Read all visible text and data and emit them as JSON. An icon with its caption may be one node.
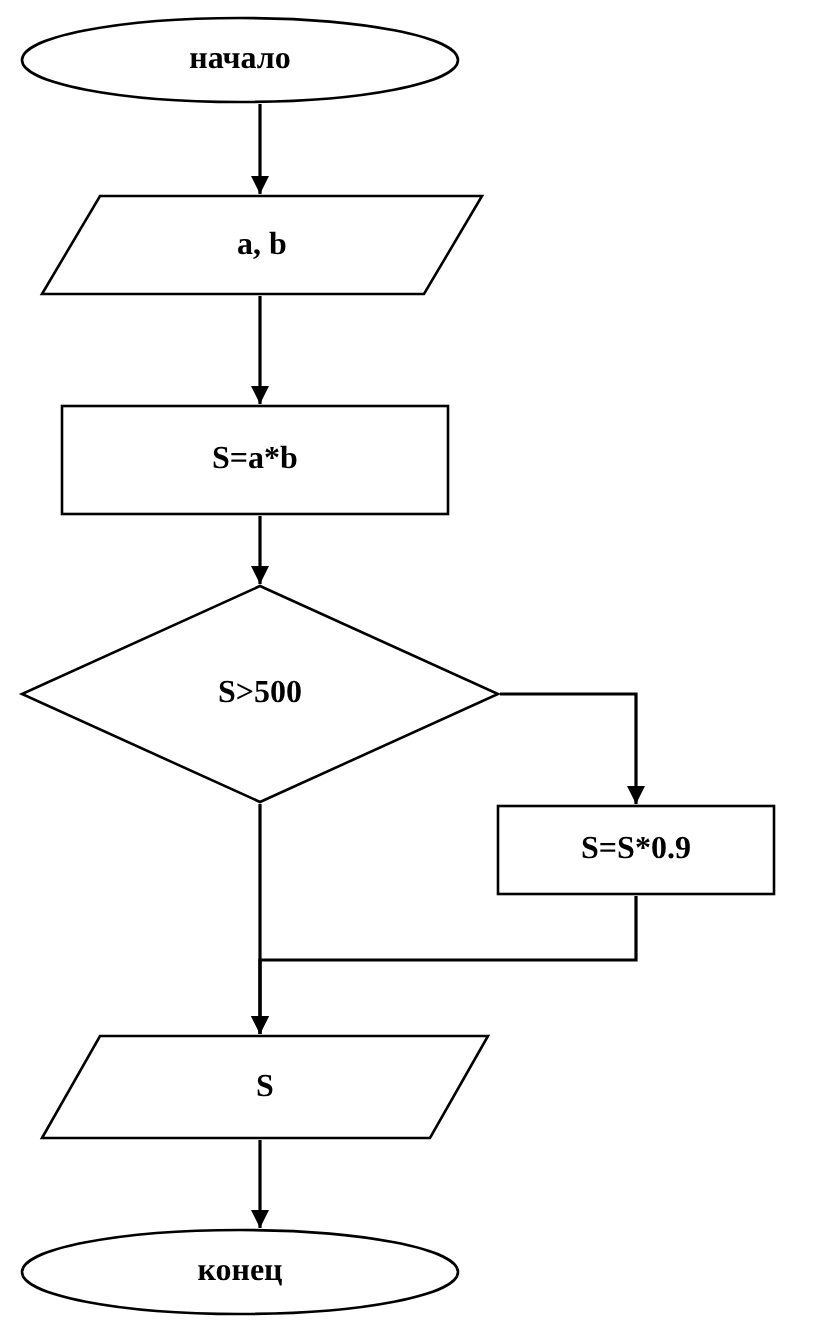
{
  "diagram": {
    "nodes": [
      {
        "text": [
          "начало"
        ]
      },
      {
        "text": [
          "a, b"
        ]
      },
      {
        "text": [
          "S=a*b"
        ]
      },
      {
        "text": [
          "S>500"
        ]
      },
      {
        "text": [
          "S=S*0.9"
        ]
      },
      {
        "text": [
          "S"
        ]
      },
      {
        "text": [
          "конец"
        ]
      }
    ],
    "edges": [
      {
        "from": 0,
        "to": 1,
        "arrow": "to"
      },
      {
        "from": 1,
        "to": 2,
        "arrow": "to"
      },
      {
        "from": 2,
        "to": 3,
        "arrow": "to"
      },
      {
        "from": 3,
        "to": 4,
        "arrow": "to"
      },
      {
        "from": 3,
        "to": 5,
        "arrow": "to"
      },
      {
        "from": 4,
        "to": 5,
        "arrow": "to"
      },
      {
        "from": 5,
        "to": 6,
        "arrow": "to"
      }
    ]
  }
}
